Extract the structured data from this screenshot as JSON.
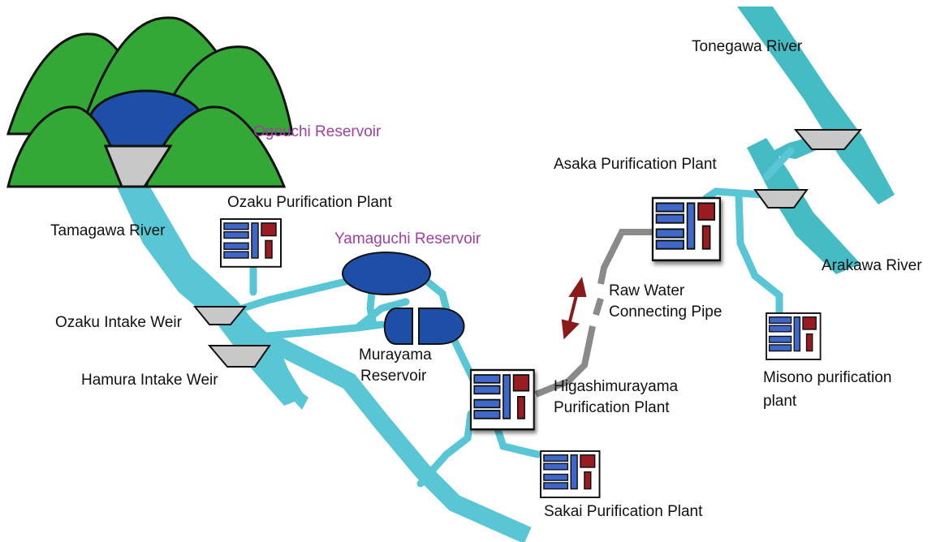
{
  "colors": {
    "river": "#58c6d4",
    "river_dark": "#45bcc4",
    "reservoir": "#1e4fa8",
    "mountain_light": "#33a836",
    "mountain_dark": "#1d7a26",
    "weir": "#c8c8c8",
    "pipe": "#8a8a8a",
    "arrow": "#8b1a1a",
    "plant_blue": "#3f67c9",
    "plant_red": "#9a1b22",
    "label_purple": "#a040a0",
    "label_black": "#111111"
  },
  "labels": {
    "tonegawa_river": "Tonegawa River",
    "ogouchi_reservoir": "Ogouchi Reservoir",
    "asaka_plant": "Asaka Purification Plant",
    "ozaku_plant": "Ozaku Purification Plant",
    "tamagawa_river": "Tamagawa River",
    "yamaguchi_reservoir": "Yamaguchi Reservoir",
    "arakawa_river": "Arakawa River",
    "raw_water_pipe_line1": "Raw Water",
    "raw_water_pipe_line2": "Connecting Pipe",
    "ozaku_weir": "Ozaku Intake Weir",
    "murayama_line1": "Murayama",
    "murayama_line2": "Reservoir",
    "hamura_weir": "Hamura Intake Weir",
    "higashimurayama_line1": "Higashimurayama",
    "higashimurayama_line2": "Purification Plant",
    "misono_line1": "Misono purification",
    "misono_line2": "plant",
    "sakai_plant": "Sakai Purification Plant"
  },
  "icons": {
    "mountain": "mountain-icon",
    "weir": "weir-icon",
    "plant": "purification-plant-icon",
    "arrow": "double-arrow-icon"
  }
}
